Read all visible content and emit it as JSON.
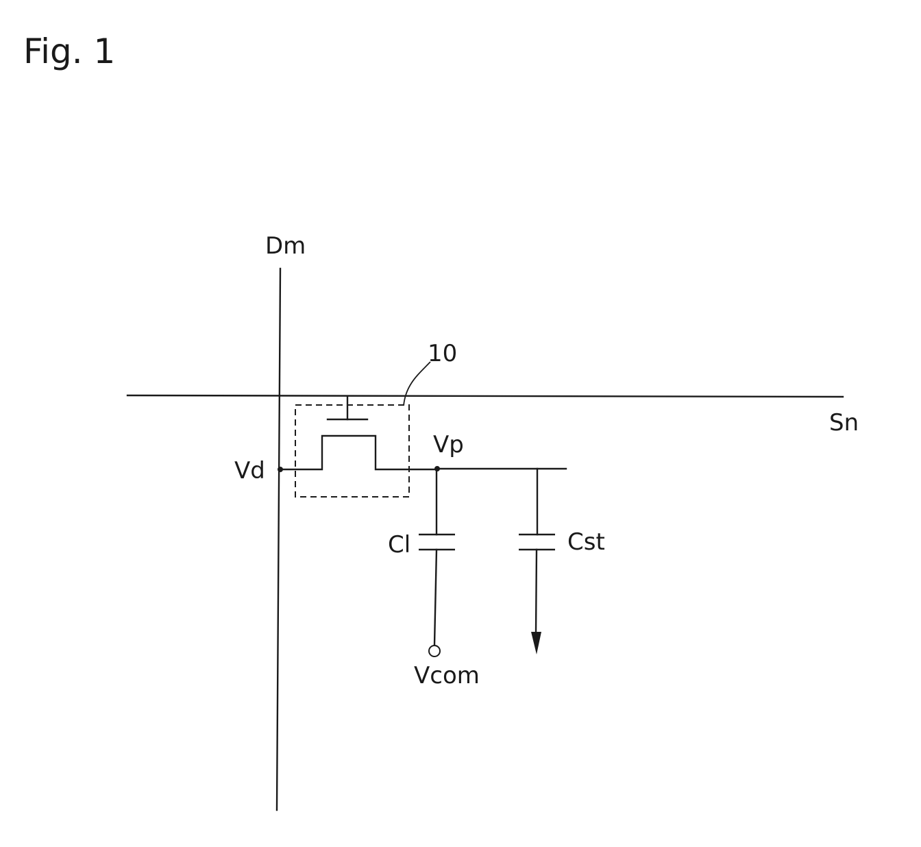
{
  "figure": {
    "title": "Fig. 1"
  },
  "labels": {
    "data_line": "Dm",
    "scan_line": "Sn",
    "tft_ref": "10",
    "source_node": "Vd",
    "pixel_node": "Vp",
    "lc_capacitor": "Cl",
    "storage_capacitor": "Cst",
    "common_voltage": "Vcom"
  },
  "colors": {
    "line": "#1a1a1a",
    "background": "#ffffff"
  }
}
